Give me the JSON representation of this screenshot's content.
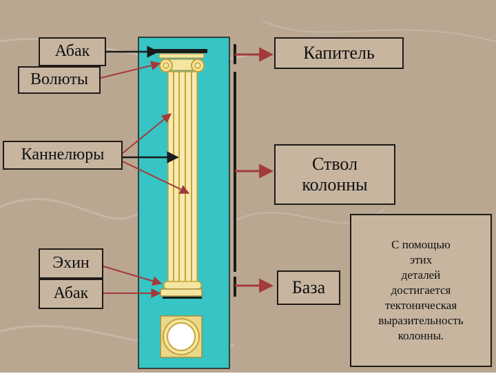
{
  "labels": {
    "abacus_top": "Абак",
    "volutes": "Волюты",
    "flutes": "Каннелюры",
    "echinus": "Эхин",
    "abacus_bottom": "Абак"
  },
  "parts": {
    "capital": "Капитель",
    "shaft_line1": "Ствол",
    "shaft_line2": "колонны",
    "base": "База"
  },
  "note": {
    "lines": [
      "С помощью",
      "этих",
      "деталей",
      "достигается",
      "тектоническая",
      "выразительность",
      "колонны."
    ]
  },
  "colors": {
    "background": "#b9a792",
    "panel": "#37c4c4",
    "column": "#f4e6a0",
    "arrow": "#a33a3a"
  }
}
